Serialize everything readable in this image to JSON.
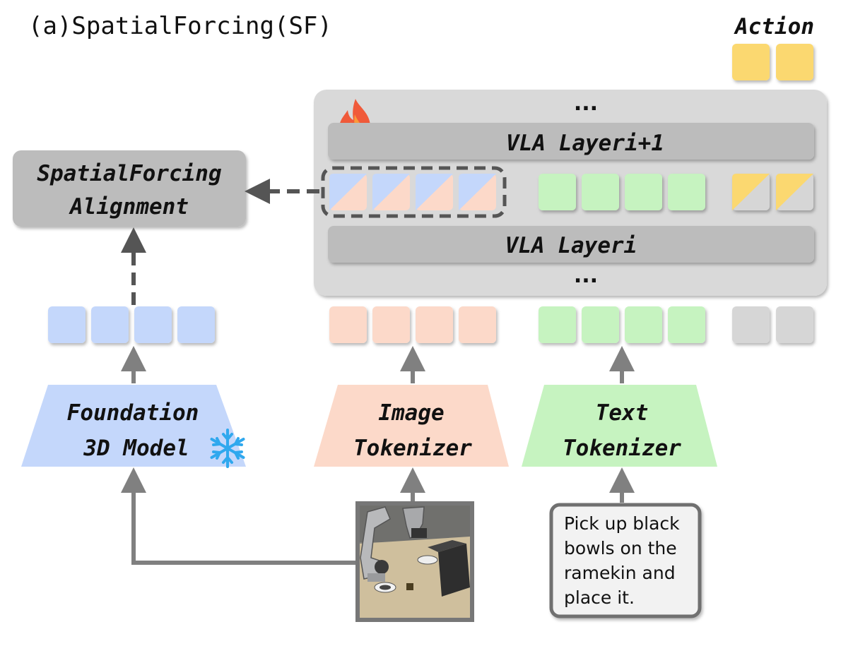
{
  "title": "(a)SpatialForcing(SF)",
  "action_label": "Action",
  "alignment_box": {
    "line1": "SpatialForcing",
    "line2": "Alignment"
  },
  "vla": {
    "layer_upper": "VLA Layeri+1",
    "layer_lower": "VLA Layeri",
    "ellipsis_top": "...",
    "ellipsis_bottom": "..."
  },
  "foundation_model": {
    "line1": "Foundation",
    "line2": "3D Model"
  },
  "image_tokenizer": {
    "line1": "Image",
    "line2": "Tokenizer"
  },
  "text_tokenizer": {
    "line1": "Text",
    "line2": "Tokenizer"
  },
  "instruction": {
    "lines": [
      "Pick up black",
      "bowls on the",
      "ramekin and",
      "place it."
    ]
  },
  "icons": {
    "trainable": "fire-icon",
    "frozen": "snowflake-icon",
    "observation": "robot-scene-image"
  },
  "colors": {
    "spatial_token": "#c4d7fb",
    "image_token": "#fcd9c9",
    "text_token": "#c6f3c0",
    "action_query_token": "#d6d6d6",
    "action_token": "#fbd870",
    "vla_background": "#d9d9d9",
    "layer_bar": "#bcbcbc",
    "arrow": "#808080",
    "dashed_arrow": "#555555"
  }
}
